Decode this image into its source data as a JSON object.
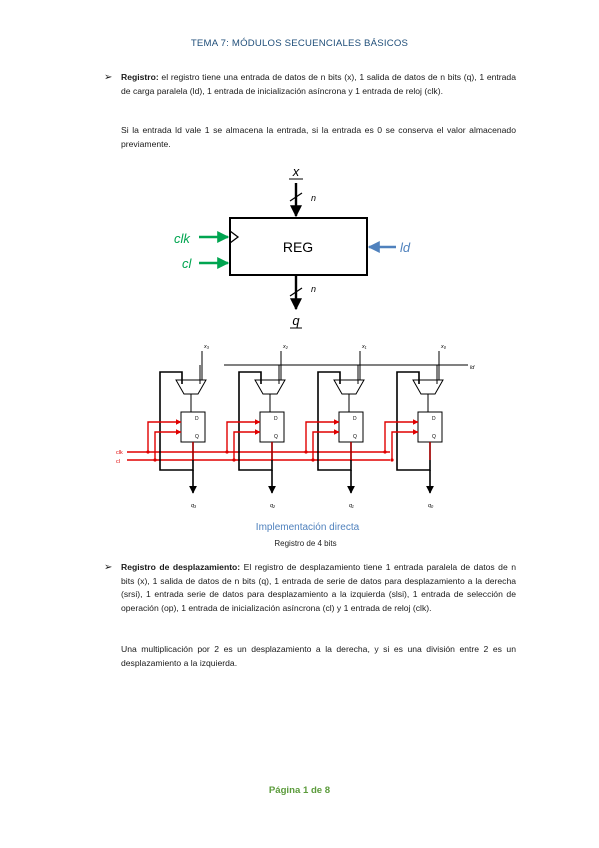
{
  "header": {
    "title": "TEMA 7: MÓDULOS SECUENCIALES BÁSICOS"
  },
  "section1": {
    "bullet": "➢",
    "term": "Registro:",
    "text": " el registro tiene una entrada de datos de n bits (x), 1 salida de datos de n bits (q), 1 entrada de carga paralela (ld), 1 entrada de inicialización asíncrona y 1 entrada de reloj (clk).",
    "note": "Si la entrada ld vale 1 se almacena la entrada, si la entrada es 0 se conserva el valor almacenado previamente."
  },
  "reg_diagram": {
    "input_x": "x",
    "output_q": "q",
    "n_top": "n",
    "n_bottom": "n",
    "box_label": "REG",
    "clk": "clk",
    "cl": "cl",
    "ld": "ld",
    "colors": {
      "green": "#00a550",
      "blue": "#4f81bd"
    }
  },
  "circuit": {
    "inputs": [
      "x₃",
      "x₂",
      "x₁",
      "x₀"
    ],
    "outputs": [
      "q₃",
      "q₂",
      "q₁",
      "q₀"
    ],
    "ld": "ld",
    "clk": "clk",
    "cl": "cl",
    "ff_d": "D",
    "ff_q": "Q",
    "colors": {
      "red": "#e00000"
    }
  },
  "caption": {
    "title": "Implementación directa",
    "subtitle": "Registro de 4 bits"
  },
  "section2": {
    "bullet": "➢",
    "term": "Registro de desplazamiento:",
    "text": " El registro de desplazamiento tiene 1 entrada paralela de datos de n bits (x), 1 salida de datos de n bits (q), 1 entrada de serie de datos para desplazamiento a la derecha (srsi), 1 entrada serie de datos para desplazamiento a la izquierda (slsi), 1 entrada de selección de operación (op), 1 entrada de inicialización asíncrona (cl) y 1 entrada de reloj (clk).",
    "note": "Una multiplicación por 2 es un desplazamiento a la derecha, y si es una división entre 2 es un desplazamiento a la izquierda."
  },
  "footer": {
    "page": "Página 1 de 8"
  }
}
